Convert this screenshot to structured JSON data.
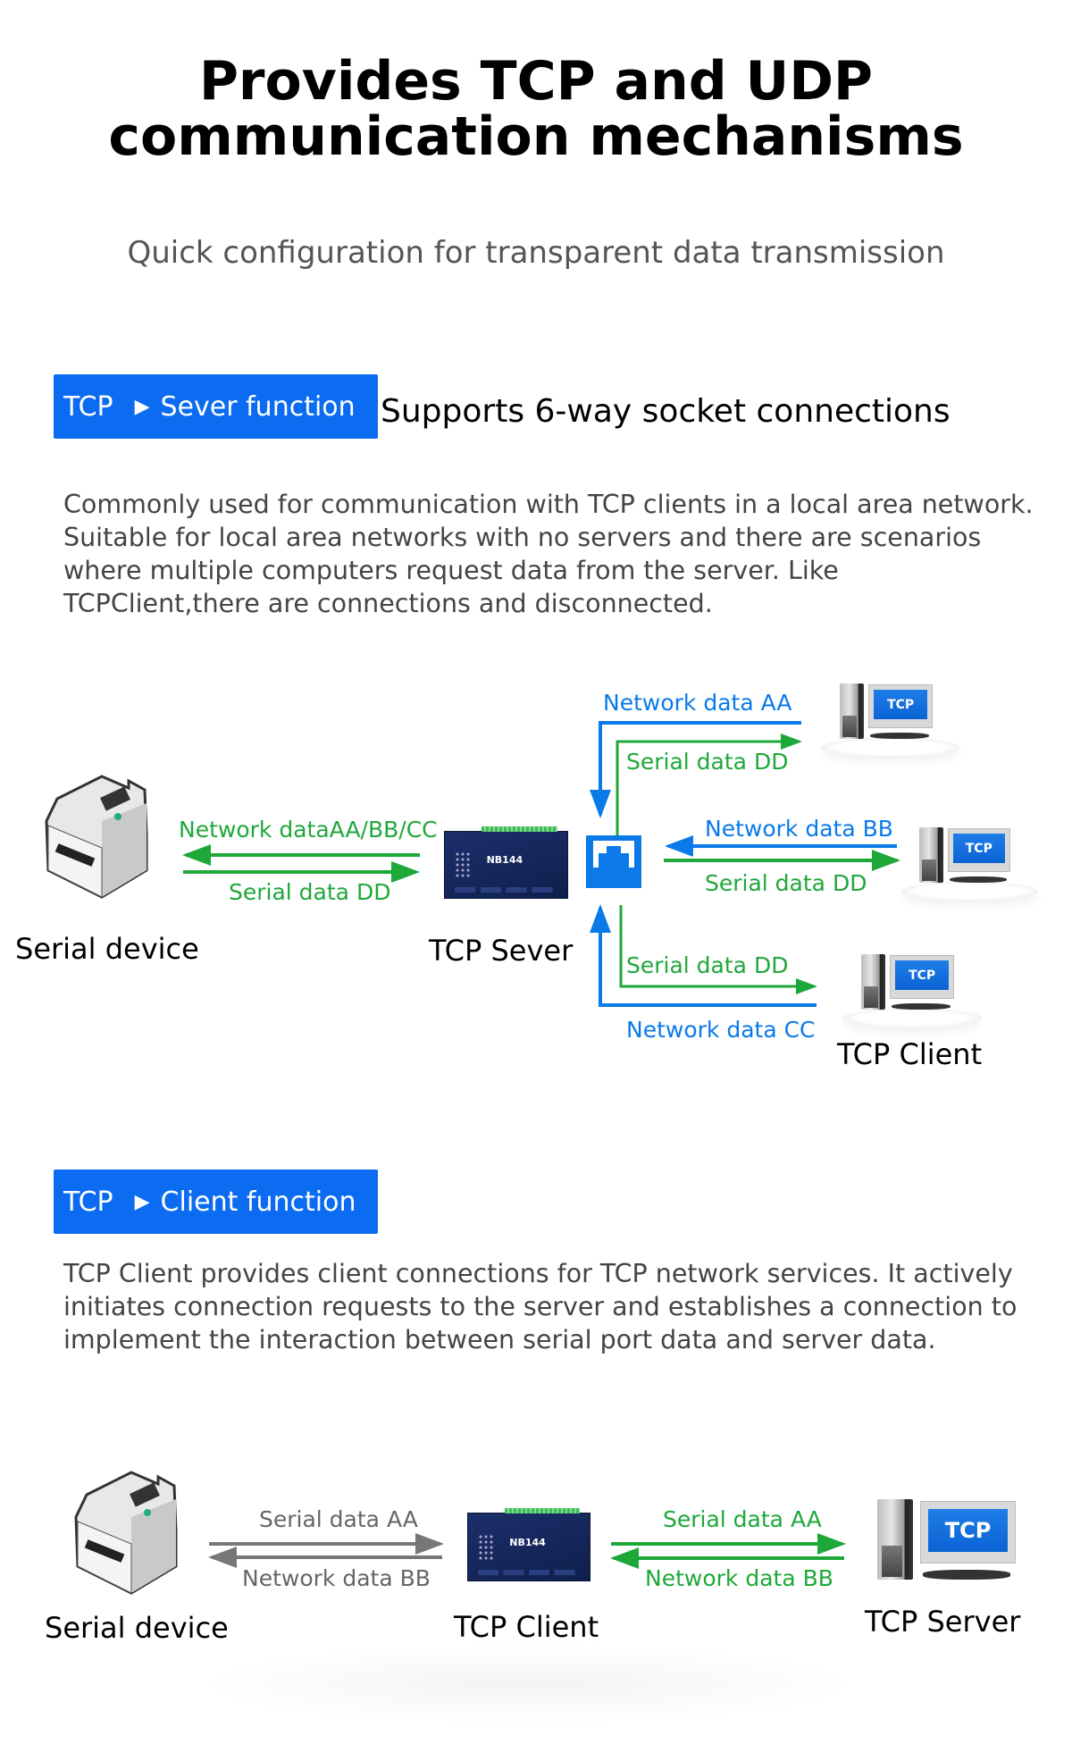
{
  "header": {
    "title_line1": "Provides TCP and UDP",
    "title_line2": "communication mechanisms",
    "subtitle": "Quick configuration for transparent data transmission"
  },
  "colors": {
    "accent_blue": "#0b6cf2",
    "flow_green": "#1fa83a",
    "flow_blue": "#0a7ae8",
    "flow_gray": "#777777"
  },
  "server_section": {
    "badge_prefix": "TCP",
    "badge_icon": "play-arrow-icon",
    "badge_label": "Sever function",
    "heading": "Supports 6-way socket connections",
    "description": "Commonly used for communication with TCP clients in a local area network. Suitable for local area networks with no servers and there are scenarios where multiple computers request data from the server. Like TCPClient,there are connections and disconnected.",
    "diagram": {
      "serial_device_label": "Serial device",
      "server_label": "TCP Sever",
      "client_label": "TCP Client",
      "device_logo": "NB144",
      "pc_screen_text": "TCP",
      "left_network": "Network dataAA/BB/CC",
      "left_serial": "Serial data DD",
      "top_network": "Network data AA",
      "top_serial": "Serial data DD",
      "mid_network": "Network data BB",
      "mid_serial": "Serial data DD",
      "bottom_serial": "Serial data DD",
      "bottom_network": "Network data CC"
    }
  },
  "client_section": {
    "badge_prefix": "TCP",
    "badge_icon": "play-arrow-icon",
    "badge_label": "Client function",
    "description": "TCP Client provides client connections for TCP network services. It actively initiates connection requests to the server and establishes a connection to implement the interaction between serial port data and server data.",
    "diagram": {
      "serial_device_label": "Serial device",
      "client_label": "TCP Client",
      "server_label": "TCP Server",
      "device_logo": "NB144",
      "pc_screen_text": "TCP",
      "left_serial": "Serial data AA",
      "left_network": "Network data BB",
      "right_serial": "Serial data AA",
      "right_network": "Network data BB"
    }
  }
}
